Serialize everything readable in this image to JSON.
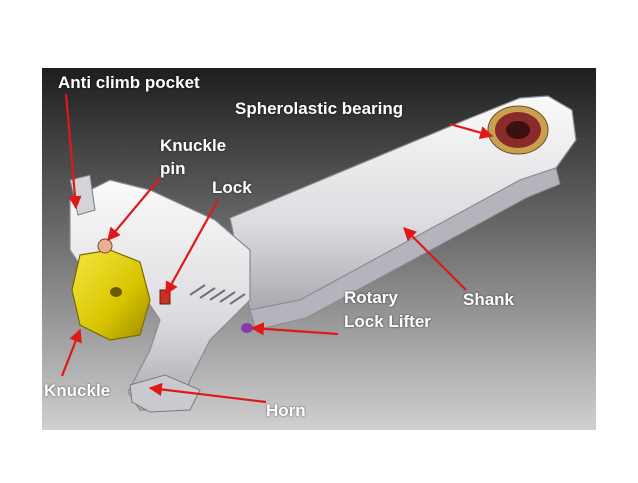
{
  "labels": {
    "anti_climb_pocket": "Anti climb pocket",
    "spherolastic_bearing": "Spherolastic bearing",
    "knuckle_pin_line1": "Knuckle",
    "knuckle_pin_line2": "pin",
    "lock": "Lock",
    "rotary_lock_lifter_line1": "Rotary",
    "rotary_lock_lifter_line2": "Lock Lifter",
    "shank": "Shank",
    "knuckle": "Knuckle",
    "horn": "Horn"
  },
  "colors": {
    "background_top": "#1e1e1e",
    "background_bottom": "#c8c8c8",
    "metal": "#e6e6e8",
    "knuckle_yellow": "#e0d000",
    "arrow_red": "#e01818",
    "bearing_red": "#8a2a2a",
    "bearing_ring": "#c8a050",
    "lifter_purple": "#8a3aa8"
  }
}
